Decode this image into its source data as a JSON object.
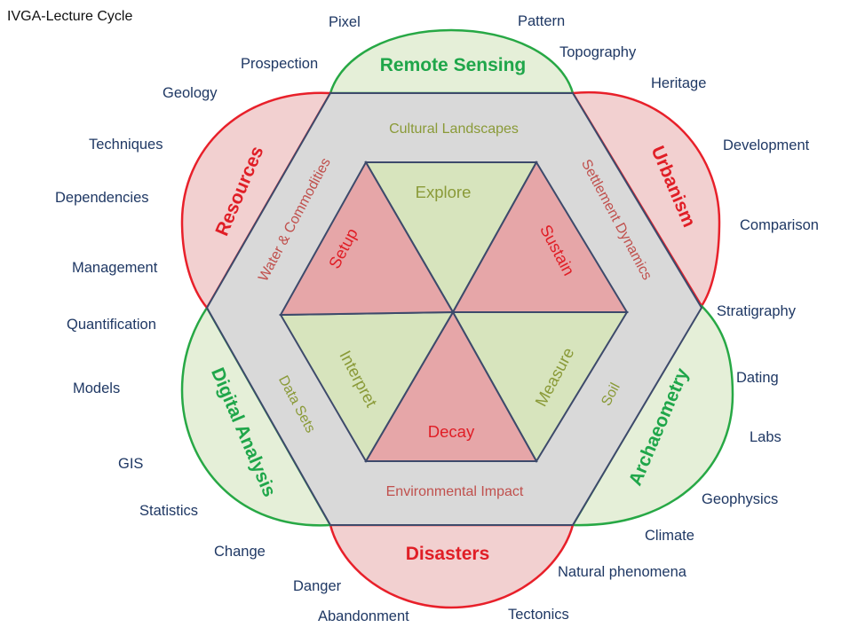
{
  "title": "IVGA-Lecture Cycle",
  "colors": {
    "red_stroke": "#e8202a",
    "red_fill": "#f2d0d0",
    "red_text": "#e01e26",
    "green_stroke": "#27a845",
    "green_fill": "#e5efd8",
    "green_text": "#1fa64a",
    "hexagon_fill": "#d9d9d9",
    "hexagon_stroke": "#3d4a6b",
    "olive_text": "#8a9a38",
    "rose_text": "#c0504d",
    "tri_red_fill": "#e6a6a8",
    "tri_green_fill": "#d7e4bd",
    "keyword_text": "#1f3864"
  },
  "petals": {
    "top": "Remote Sensing",
    "upper_right": "Urbanism",
    "lower_right": "Archaeometry",
    "bottom": "Disasters",
    "lower_left": "Digital Analysis",
    "upper_left": "Resources"
  },
  "hexagon_bands": {
    "top": "Cultural Landscapes",
    "upper_right": "Settlement Dynamics",
    "lower_right": "Soil",
    "bottom": "Environmental Impact",
    "lower_left": "Data Sets",
    "upper_left": "Water & Commodities"
  },
  "triangles": {
    "top": "Explore",
    "upper_right": "Sustain",
    "lower_right": "Measure",
    "bottom": "Decay",
    "lower_left": "Interpret",
    "upper_left": "Setup"
  },
  "keywords": {
    "pixel": "Pixel",
    "pattern": "Pattern",
    "topography": "Topography",
    "prospection": "Prospection",
    "heritage": "Heritage",
    "geology": "Geology",
    "development": "Development",
    "techniques": "Techniques",
    "comparison": "Comparison",
    "dependencies": "Dependencies",
    "management": "Management",
    "stratigraphy": "Stratigraphy",
    "quantification": "Quantification",
    "dating": "Dating",
    "models": "Models",
    "labs": "Labs",
    "gis": "GIS",
    "geophysics": "Geophysics",
    "statistics": "Statistics",
    "climate": "Climate",
    "change": "Change",
    "natural_phenomena": "Natural phenomena",
    "danger": "Danger",
    "abandonment": "Abandonment",
    "tectonics": "Tectonics"
  }
}
